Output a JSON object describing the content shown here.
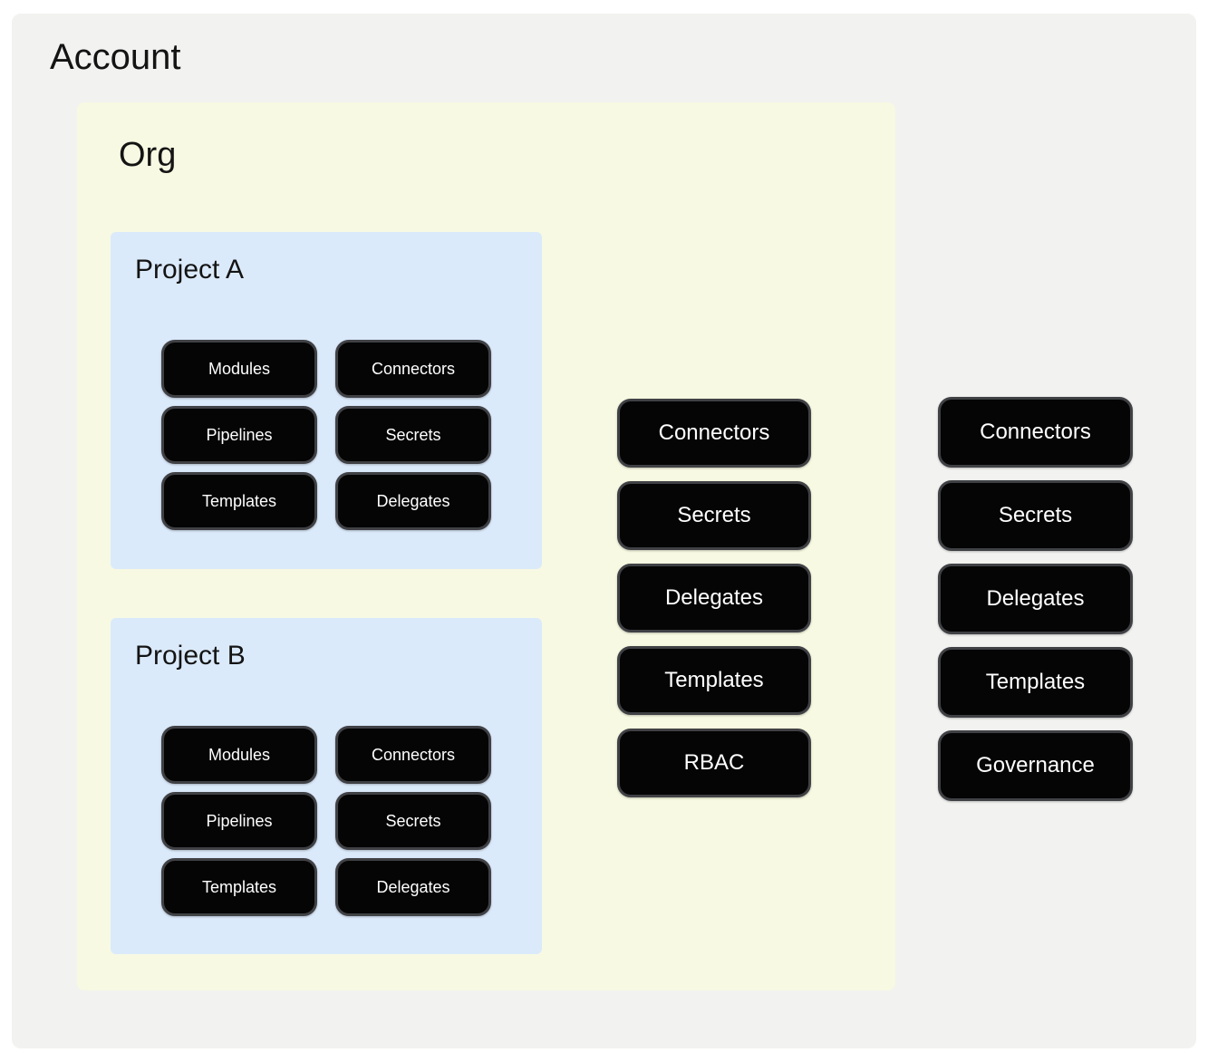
{
  "colors": {
    "page_bg": "#ffffff",
    "account_bg": "#f2f2f0",
    "org_bg": "#f7f9e2",
    "project_bg": "#dbeafb",
    "pill_bg": "#050505",
    "pill_border": "#404145",
    "pill_text": "#ffffff",
    "title_text": "#141414"
  },
  "account": {
    "label": "Account",
    "resources": [
      "Connectors",
      "Secrets",
      "Delegates",
      "Templates",
      "Governance"
    ],
    "org": {
      "label": "Org",
      "resources": [
        "Connectors",
        "Secrets",
        "Delegates",
        "Templates",
        "RBAC"
      ],
      "projects": [
        {
          "label": "Project A",
          "resources": [
            "Modules",
            "Connectors",
            "Pipelines",
            "Secrets",
            "Templates",
            "Delegates"
          ]
        },
        {
          "label": "Project B",
          "resources": [
            "Modules",
            "Connectors",
            "Pipelines",
            "Secrets",
            "Templates",
            "Delegates"
          ]
        }
      ]
    }
  }
}
